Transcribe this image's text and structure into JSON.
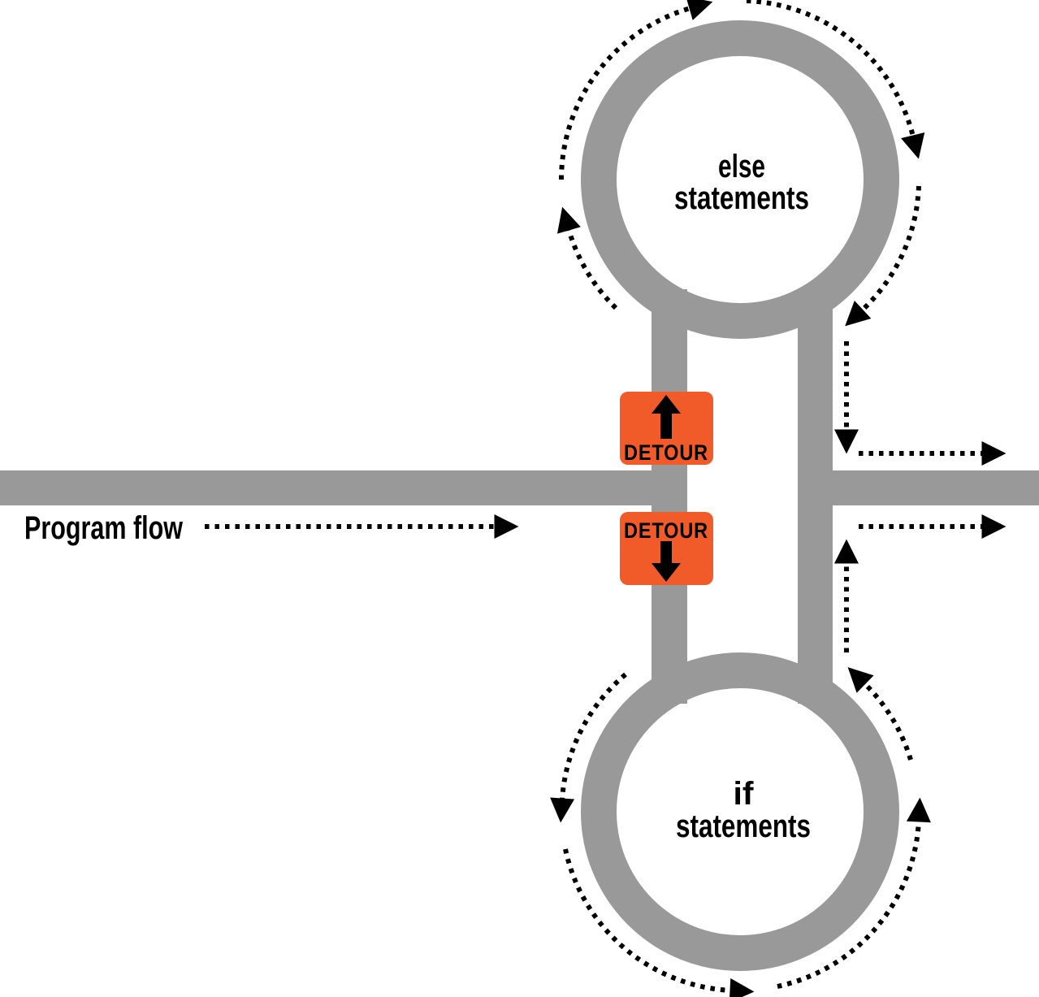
{
  "diagram": {
    "program_flow_label": "Program flow",
    "else_loop": {
      "line1": "else",
      "line2": "statements"
    },
    "if_loop": {
      "line1": "if",
      "line2": "statements"
    },
    "detour_up": "DETOUR",
    "detour_down": "DETOUR",
    "icons": {
      "up_arrow": "▲",
      "down_arrow": "▼",
      "right_arrow": "▶"
    },
    "colors": {
      "road_gray": "#999999",
      "detour_orange": "#F15A29",
      "ink_black": "#000000",
      "background": "#FFFFFF"
    }
  }
}
